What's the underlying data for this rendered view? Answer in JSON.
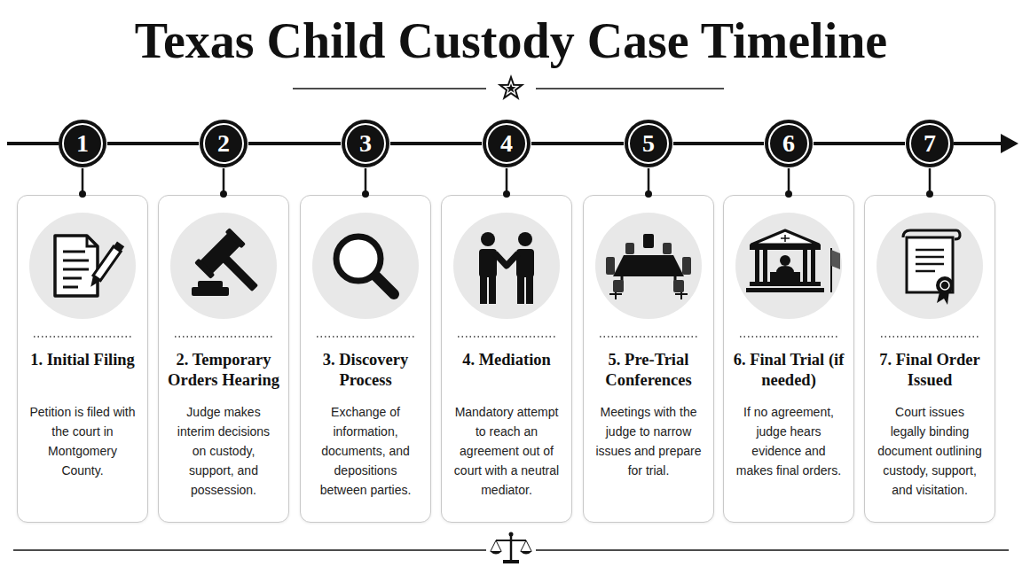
{
  "diagram": {
    "title": "Texas Child Custody Case Timeline",
    "nodes": [
      {
        "text": [
          "1"
        ]
      },
      {
        "text": [
          "2"
        ]
      },
      {
        "text": [
          "3"
        ]
      },
      {
        "text": [
          "4"
        ]
      },
      {
        "text": [
          "5"
        ]
      },
      {
        "text": [
          "6"
        ]
      },
      {
        "text": [
          "7"
        ]
      },
      {
        "text": [
          "1. Initial Filing",
          "Petition is filed with the court in Montgomery County."
        ]
      },
      {
        "text": [
          "2. Temporary Orders Hearing",
          "Judge makes interim decisions on custody, support, and possession."
        ]
      },
      {
        "text": [
          "3. Discovery Process",
          "Exchange of information, documents, and depositions between parties."
        ]
      },
      {
        "text": [
          "4. Mediation",
          "Mandatory attempt to reach an agreement out of court with a neutral mediator."
        ]
      },
      {
        "text": [
          "5. Pre-Trial Conferences",
          "Meetings with the judge to narrow issues and prepare for trial."
        ]
      },
      {
        "text": [
          "6. Final Trial (if needed)",
          "If no agreement, judge hears evidence and makes final orders."
        ]
      },
      {
        "text": [
          "7. Final Order Issued",
          "Court issues legally binding document outlining custody, support, and visitation."
        ]
      }
    ],
    "edges": [
      {
        "from": 0,
        "to": 7,
        "arrow": "none"
      },
      {
        "from": 1,
        "to": 8,
        "arrow": "none"
      },
      {
        "from": 2,
        "to": 9,
        "arrow": "none"
      },
      {
        "from": 3,
        "to": 10,
        "arrow": "none"
      },
      {
        "from": 4,
        "to": 11,
        "arrow": "none"
      },
      {
        "from": 5,
        "to": 12,
        "arrow": "none"
      },
      {
        "from": 6,
        "to": 13,
        "arrow": "none"
      },
      {
        "from": 0,
        "to": 1,
        "arrow": "none"
      },
      {
        "from": 1,
        "to": 2,
        "arrow": "none"
      },
      {
        "from": 2,
        "to": 3,
        "arrow": "none"
      },
      {
        "from": 3,
        "to": 4,
        "arrow": "none"
      },
      {
        "from": 4,
        "to": 5,
        "arrow": "none"
      },
      {
        "from": 5,
        "to": 6,
        "arrow": "none"
      }
    ]
  }
}
